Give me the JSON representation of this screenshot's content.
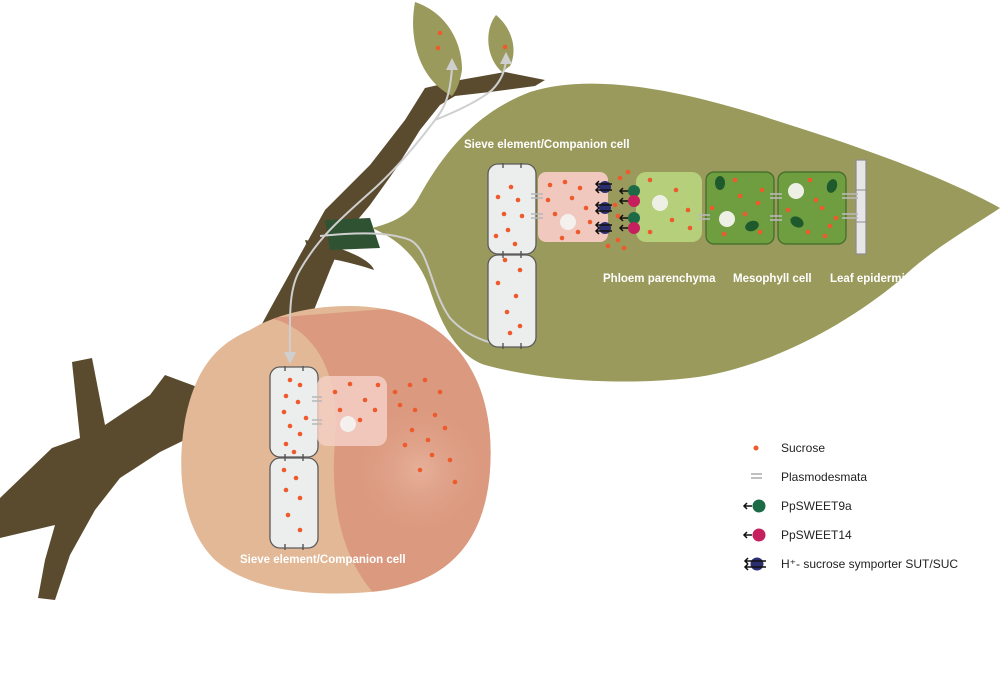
{
  "labels": {
    "leaf_sieve_cell": "Sieve element/Companion cell",
    "fruit_sieve_cell": "Sieve element/Companion cell",
    "phloem_parenchyma": "Phloem parenchyma",
    "mesophyll_cell": "Mesophyll cell",
    "leaf_epidermis": "Leaf epidermis"
  },
  "legend": {
    "sucrose": "Sucrose",
    "plasmodesmata": "Plasmodesmata",
    "sweet9a": "PpSWEET9a",
    "sweet14": "PpSWEET14",
    "symporter": "H⁺- sucrose symporter SUT/SUC"
  },
  "colors": {
    "branch": "#5a4b2e",
    "leaf": "#9a9a5c",
    "peach_left": "#e2b896",
    "peach_right": "#db9a80",
    "sucrose": "#ee5a2c",
    "sweet9a": "#1d6a46",
    "sweet14": "#c51f5d",
    "symporter": "#2b2e6f",
    "mesophyll": "#6e9e40",
    "chloroplast": "#1e5a2c",
    "parenchyma": "#b6cf7a",
    "companion": "#f0c8be",
    "sieve": "#eceeed"
  }
}
